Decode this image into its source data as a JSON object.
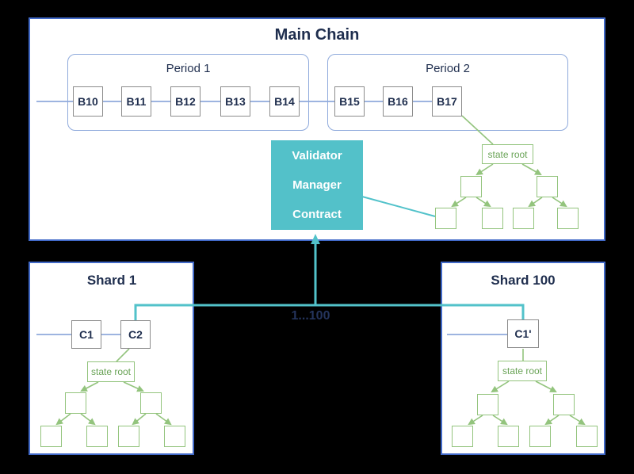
{
  "main_chain": {
    "title": "Main Chain",
    "period1": {
      "label": "Period 1",
      "blocks": [
        "B10",
        "B11",
        "B12",
        "B13",
        "B14"
      ]
    },
    "period2": {
      "label": "Period 2",
      "blocks": [
        "B15",
        "B16",
        "B17"
      ]
    },
    "contract": {
      "line1": "Validator",
      "line2": "Manager",
      "line3": "Contract"
    },
    "state_root": "state root"
  },
  "shard1": {
    "title": "Shard 1",
    "blocks": [
      "C1",
      "C2"
    ],
    "state_root": "state root"
  },
  "shard100": {
    "title": "Shard 100",
    "blocks": [
      "C1'"
    ],
    "state_root": "state root"
  },
  "connector": {
    "label": "1...100"
  },
  "colors": {
    "background": "#000000",
    "box_fill": "#FFFFFF",
    "box_border_blue": "#4169C8",
    "chain_line_blue": "#8FAADC",
    "block_border_gray": "#8C8C8C",
    "text_navy": "#1F2E4E",
    "merkle_green": "#93C47D",
    "contract_teal": "#53C1C9",
    "contract_text": "#FFFFFF"
  }
}
